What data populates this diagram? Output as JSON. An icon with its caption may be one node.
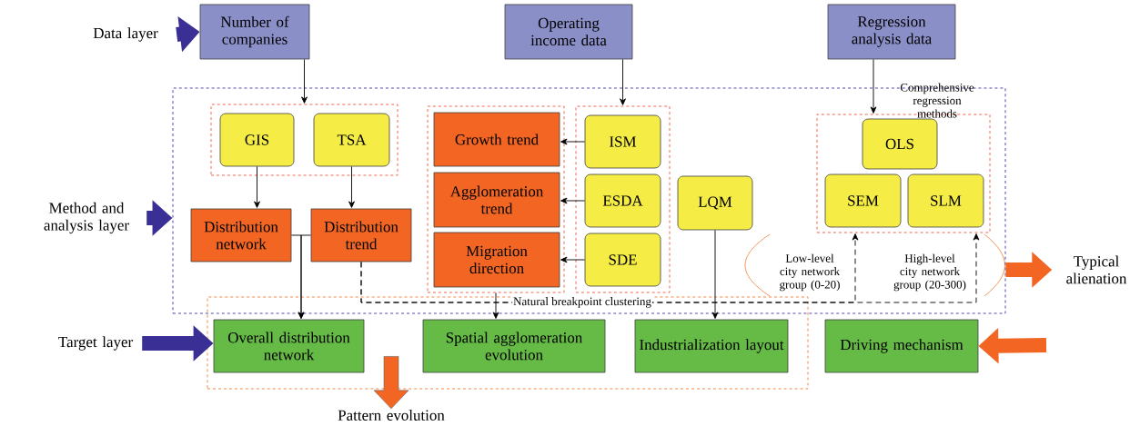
{
  "diagram": {
    "nodes": [
      {
        "text": [
          "Data layer"
        ]
      },
      {
        "text": [
          "Number of companies"
        ]
      },
      {
        "text": [
          "Operating income data"
        ]
      },
      {
        "text": [
          "Regression analysis data"
        ]
      },
      {
        "text": [
          "Method and analysis layer"
        ]
      },
      {
        "text": [],
        "shape": "box"
      },
      {
        "text": [],
        "shape": "box",
        "in": 5
      },
      {
        "text": [
          "GIS"
        ],
        "in": 6
      },
      {
        "text": [
          "TSA"
        ],
        "in": 6
      },
      {
        "text": [
          "Distribution network"
        ],
        "in": 5
      },
      {
        "text": [
          "Distribution trend"
        ],
        "in": 5
      },
      {
        "text": [],
        "shape": "box",
        "in": 5
      },
      {
        "text": [
          "Growth trend"
        ],
        "in": 11
      },
      {
        "text": [
          "Agglomeration trend"
        ],
        "in": 11
      },
      {
        "text": [
          "Migration direction"
        ],
        "in": 11
      },
      {
        "text": [],
        "shape": "box",
        "in": 5
      },
      {
        "text": [
          "ISM"
        ],
        "in": 15
      },
      {
        "text": [
          "ESDA"
        ],
        "in": 15
      },
      {
        "text": [
          "SDE"
        ],
        "in": 15
      },
      {
        "text": [
          "LQM"
        ],
        "in": 5
      },
      {
        "text": [
          "Comprehensive regression methods"
        ],
        "in": 5
      },
      {
        "text": [
          "OLS"
        ],
        "in": 20
      },
      {
        "text": [
          "SEM"
        ],
        "in": 20
      },
      {
        "text": [
          "SLM"
        ],
        "in": 20
      },
      {
        "text": [
          "Typical alienation"
        ]
      },
      {
        "text": [],
        "shape": "box"
      },
      {
        "text": [
          "Target layer"
        ]
      },
      {
        "text": [
          "Overall distribution network"
        ],
        "in": 25
      },
      {
        "text": [
          "Spatial agglomeration evolution"
        ],
        "in": 25
      },
      {
        "text": [
          "Industrialization layout"
        ],
        "in": 25
      },
      {
        "text": [
          "Driving mechanism"
        ]
      },
      {
        "text": [
          "Pattern evolution"
        ]
      }
    ],
    "edges": [
      {
        "from": 0,
        "to": 1,
        "arrow": "to",
        "style": "thick",
        "color": "#3a2f94"
      },
      {
        "from": 1,
        "to": 6,
        "arrow": "to"
      },
      {
        "from": 2,
        "to": 15,
        "arrow": "to"
      },
      {
        "from": 3,
        "to": 20,
        "arrow": "to"
      },
      {
        "from": 4,
        "to": 5,
        "arrow": "to",
        "style": "thick",
        "color": "#3a2f94"
      },
      {
        "from": 7,
        "to": 9,
        "arrow": "to"
      },
      {
        "from": 8,
        "to": 10,
        "arrow": "to"
      },
      {
        "from": 16,
        "to": 12,
        "arrow": "to"
      },
      {
        "from": 17,
        "to": 13,
        "arrow": "to"
      },
      {
        "from": 18,
        "to": 14,
        "arrow": "to"
      },
      {
        "from": 9,
        "to": 27,
        "arrow": "to"
      },
      {
        "from": 10,
        "to": 27,
        "arrow": "to"
      },
      {
        "from": 11,
        "to": 28,
        "arrow": "to"
      },
      {
        "from": 10,
        "to": 20,
        "arrow": "to",
        "style": "dashed",
        "label": "Low-level city network group (0-20)"
      },
      {
        "from": 10,
        "to": 20,
        "arrow": "to",
        "style": "dashed",
        "label": "High-level city network group (20-300)"
      },
      {
        "from": 19,
        "to": 29,
        "arrow": "to"
      },
      {
        "from": 5,
        "to": 24,
        "arrow": "to",
        "style": "thick",
        "color": "#f26522"
      },
      {
        "from": null,
        "to": 30,
        "arrow": "to",
        "style": "thick",
        "color": "#f26522"
      },
      {
        "from": 26,
        "to": 27,
        "arrow": "to",
        "style": "thick",
        "color": "#3a2f94"
      },
      {
        "from": 25,
        "to": 31,
        "arrow": "to",
        "style": "thick",
        "color": "#f26522"
      }
    ],
    "labels": [
      "Natural breakpoint clustering"
    ]
  }
}
